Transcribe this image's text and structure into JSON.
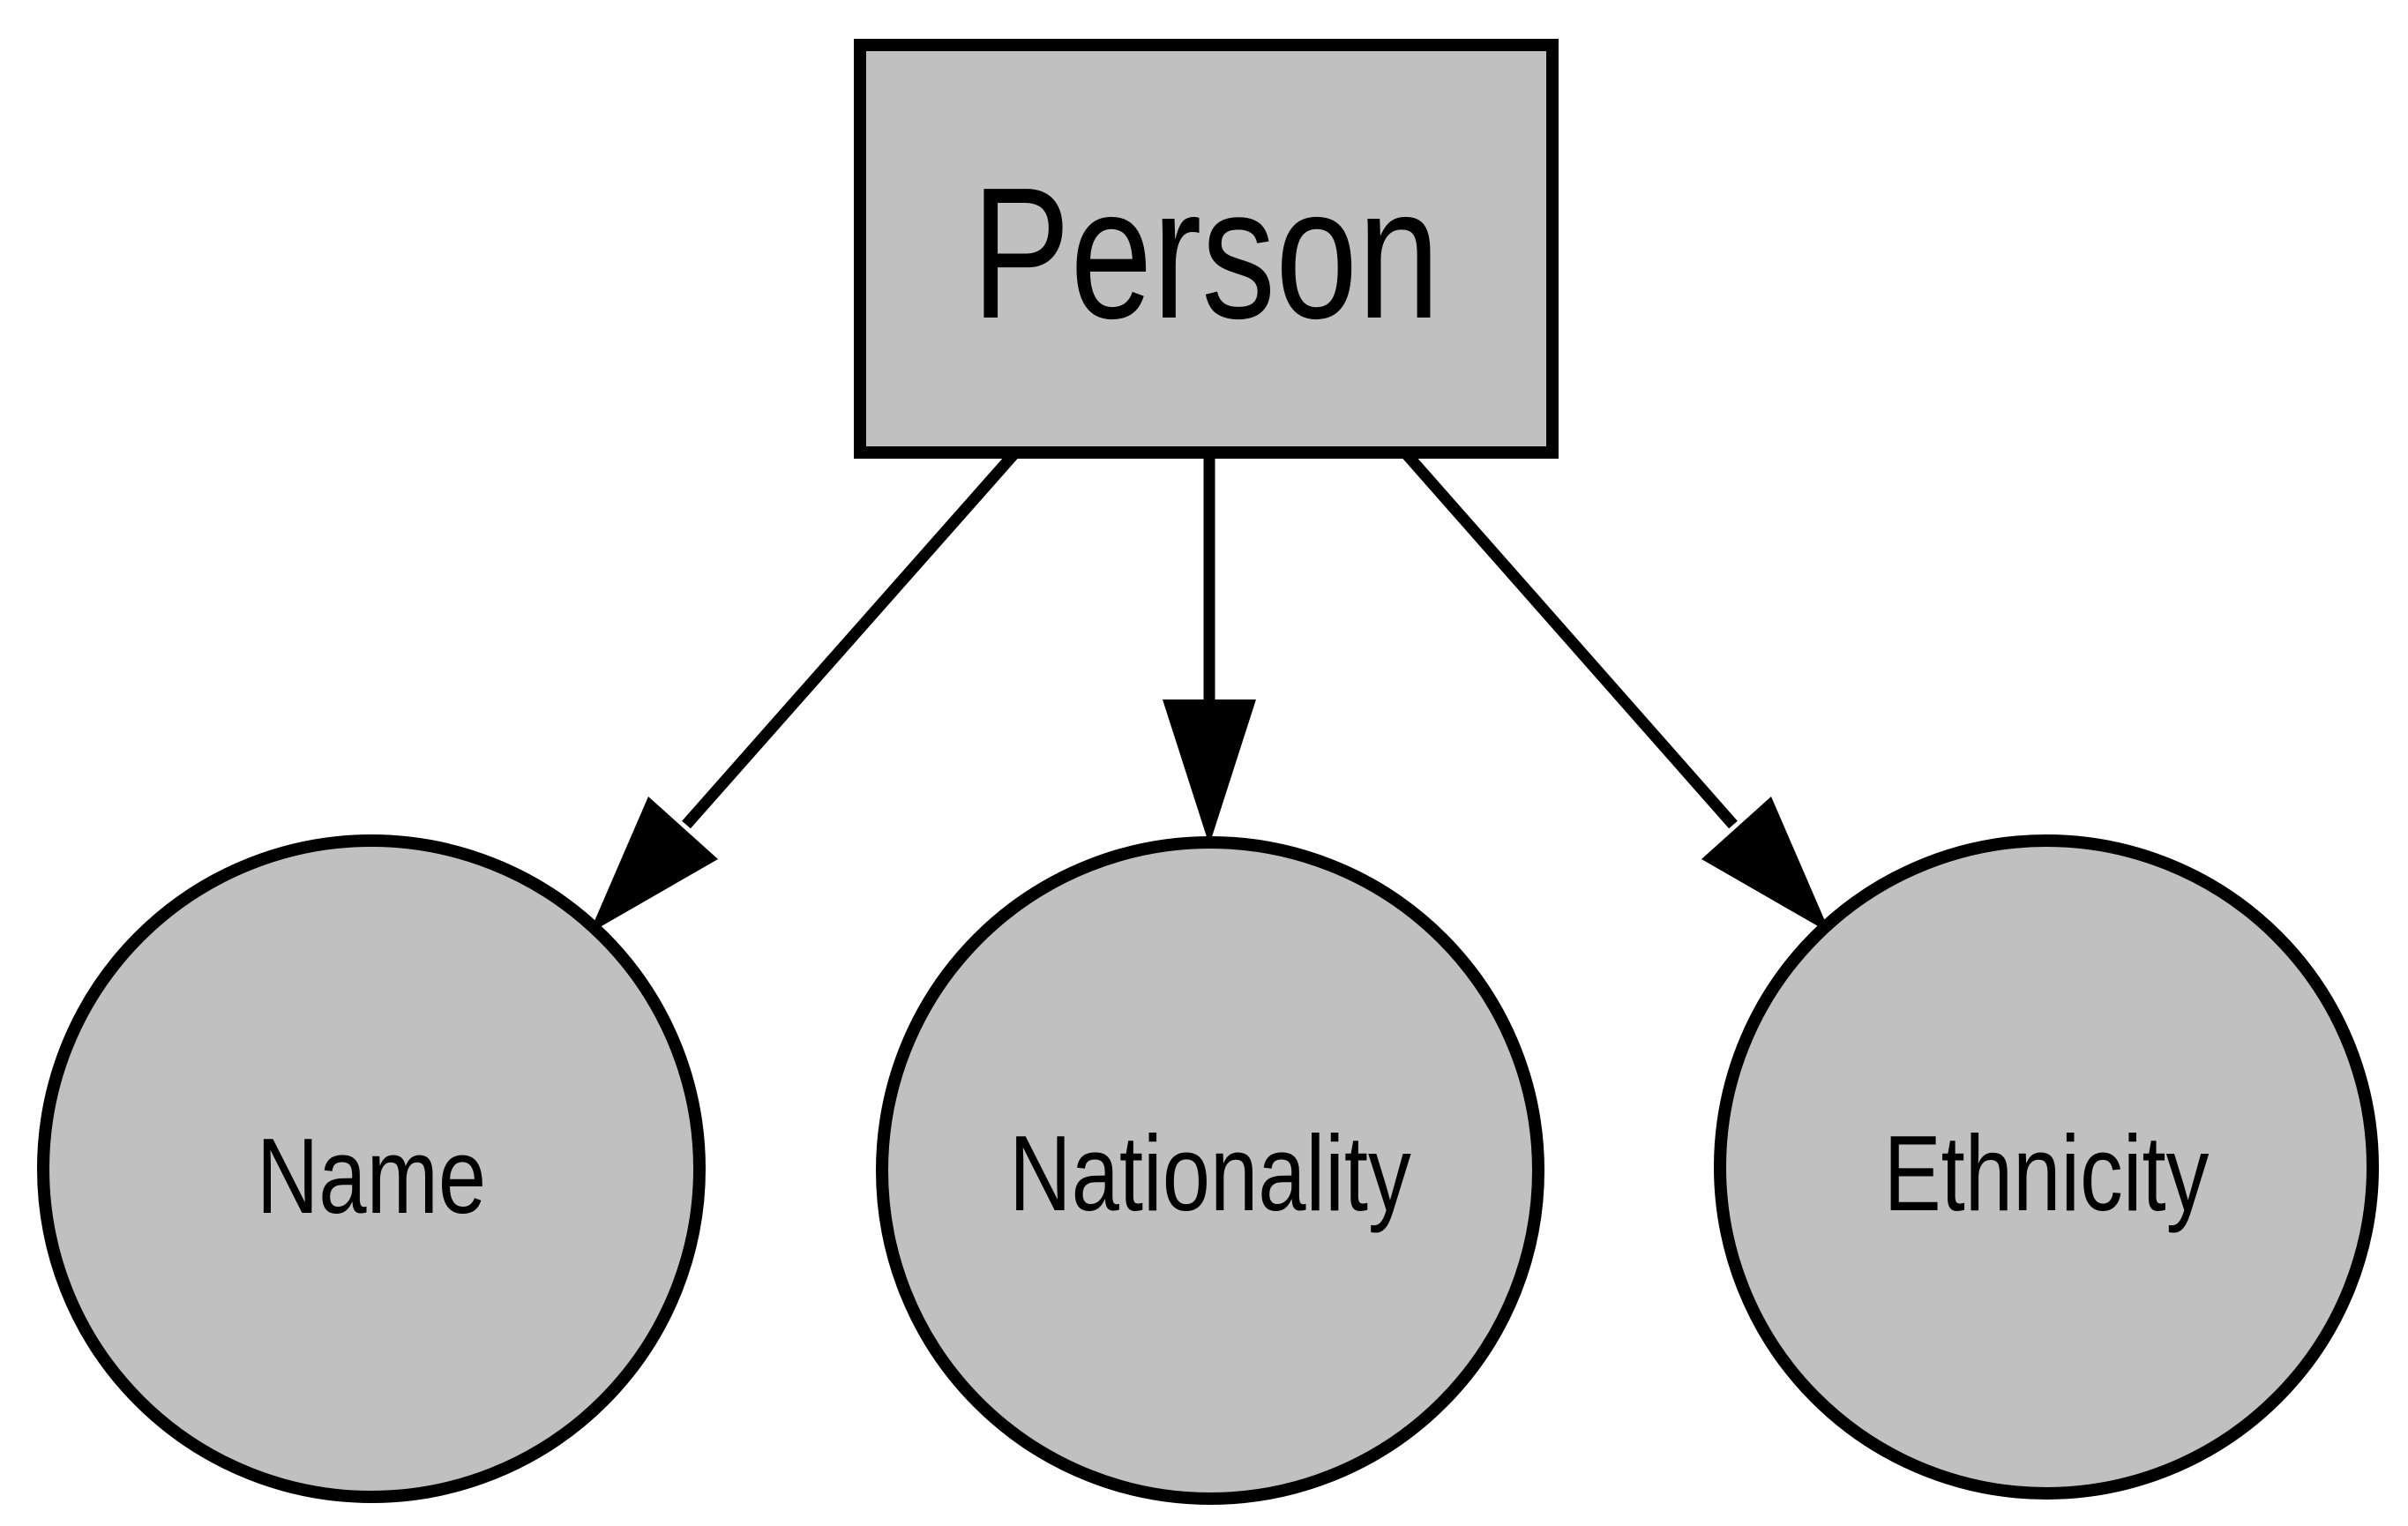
{
  "diagram": {
    "type": "entity-attribute-diagram",
    "background_color": "#ffffff",
    "entity": {
      "label": "Person",
      "shape": "rectangle",
      "fill_color": "#c0c0c0",
      "stroke_color": "#000000"
    },
    "attributes": [
      {
        "label": "Name",
        "shape": "circle",
        "fill_color": "#c0c0c0",
        "stroke_color": "#000000"
      },
      {
        "label": "Nationality",
        "shape": "circle",
        "fill_color": "#c0c0c0",
        "stroke_color": "#000000"
      },
      {
        "label": "Ethnicity",
        "shape": "circle",
        "fill_color": "#c0c0c0",
        "stroke_color": "#000000"
      }
    ],
    "edges": [
      {
        "from": "Person",
        "to": "Name",
        "style": "arrow"
      },
      {
        "from": "Person",
        "to": "Nationality",
        "style": "arrow"
      },
      {
        "from": "Person",
        "to": "Ethnicity",
        "style": "arrow"
      }
    ]
  }
}
